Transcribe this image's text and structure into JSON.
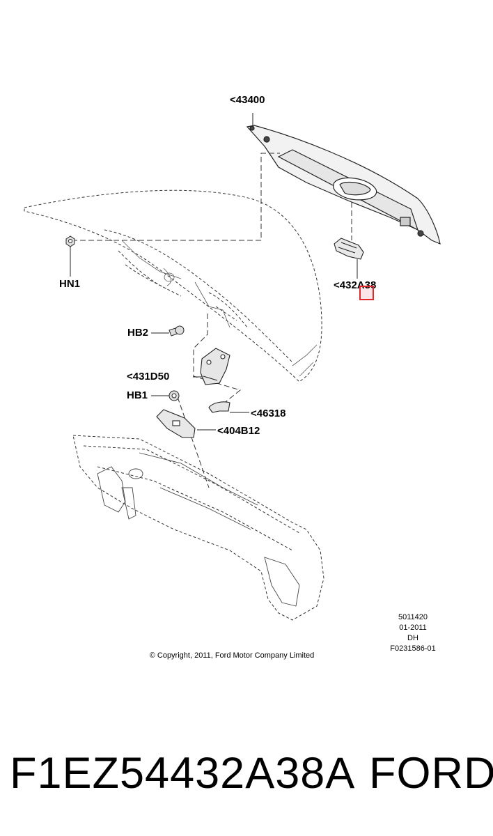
{
  "callouts": {
    "c43400": "<43400",
    "hn1": "HN1",
    "c432a38": "<432A38",
    "hb2": "HB2",
    "c431d50": "<431D50",
    "hb1": "HB1",
    "c46318": "<46318",
    "c404b12": "<404B12"
  },
  "copyright": "© Copyright, 2011, Ford Motor Company Limited",
  "meta": {
    "line1": "5011420",
    "line2": "01-2011",
    "line3": "DH",
    "line4": "F0231586-01"
  },
  "footer": {
    "part_number": "F1EZ54432A38A",
    "brand": "FORD"
  },
  "highlight_color": "#e0282e"
}
